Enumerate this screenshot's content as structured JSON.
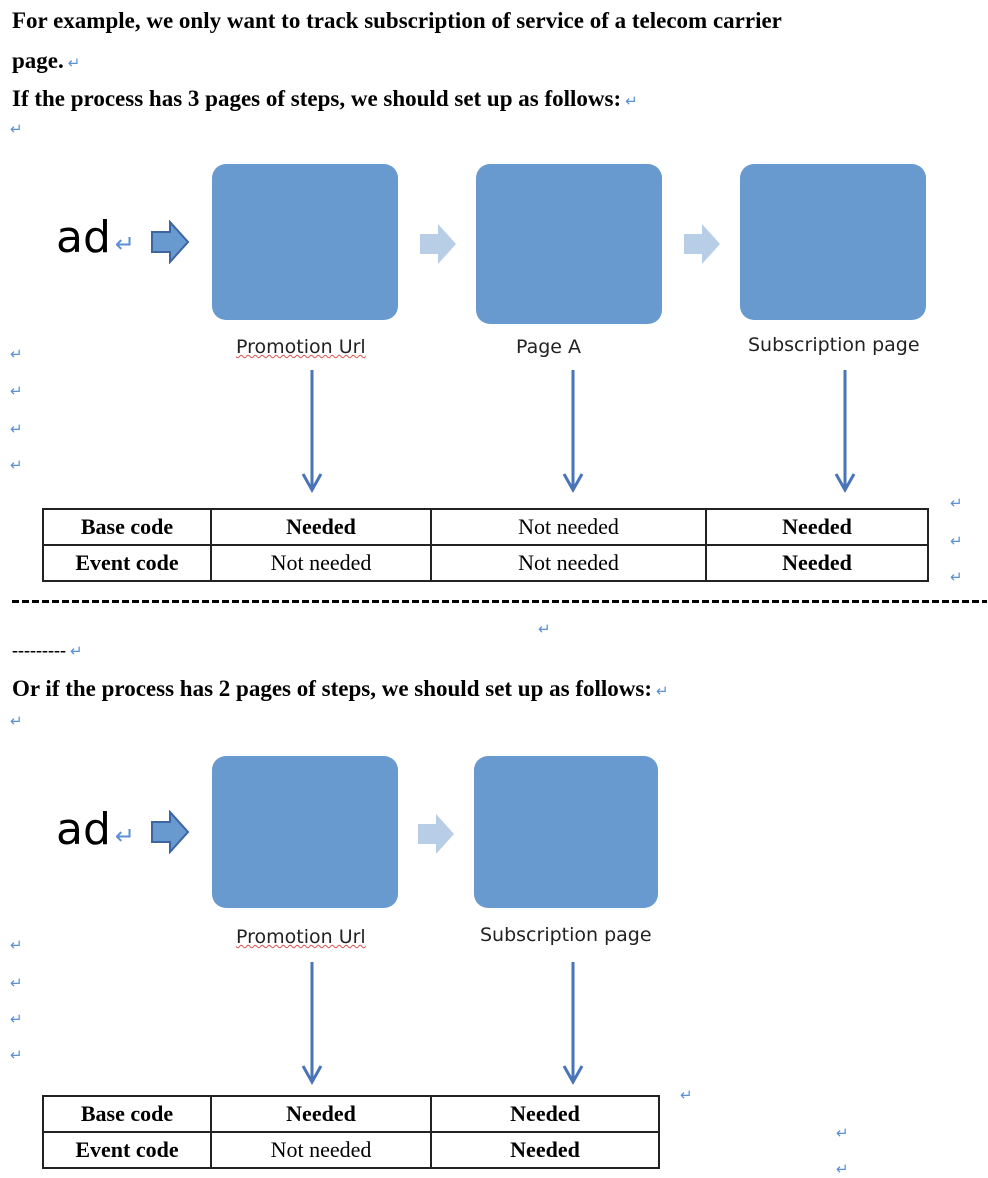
{
  "text": {
    "line1": "For example, we only want to track subscription of service of a telecom carrier",
    "line2": "page.",
    "line3": "If the process has 3 pages of steps, we should set up as follows:",
    "dashes_tail": "---------",
    "line_or": "Or if the process has 2 pages of steps, we should set up as follows:",
    "return_mark": "↵"
  },
  "diagram1": {
    "ad": "ad",
    "captions": [
      "Promotion Url",
      "Page A",
      "Subscription page"
    ]
  },
  "table1": {
    "rows": [
      {
        "label": "Base code",
        "cells": [
          "Needed",
          "Not needed",
          "Needed"
        ]
      },
      {
        "label": "Event code",
        "cells": [
          "Not needed",
          "Not needed",
          "Needed"
        ]
      }
    ]
  },
  "diagram2": {
    "ad": "ad",
    "captions": [
      "Promotion Url",
      "Subscription page"
    ]
  },
  "table2": {
    "rows": [
      {
        "label": "Base code",
        "cells": [
          "Needed",
          "Needed"
        ]
      },
      {
        "label": "Event code",
        "cells": [
          "Not needed",
          "Needed"
        ]
      }
    ]
  },
  "colors": {
    "box": "#6899cf",
    "arrow_dark": "#4a74b8",
    "arrow_light": "#b8cde6",
    "return_mark": "#5b8fd6"
  }
}
